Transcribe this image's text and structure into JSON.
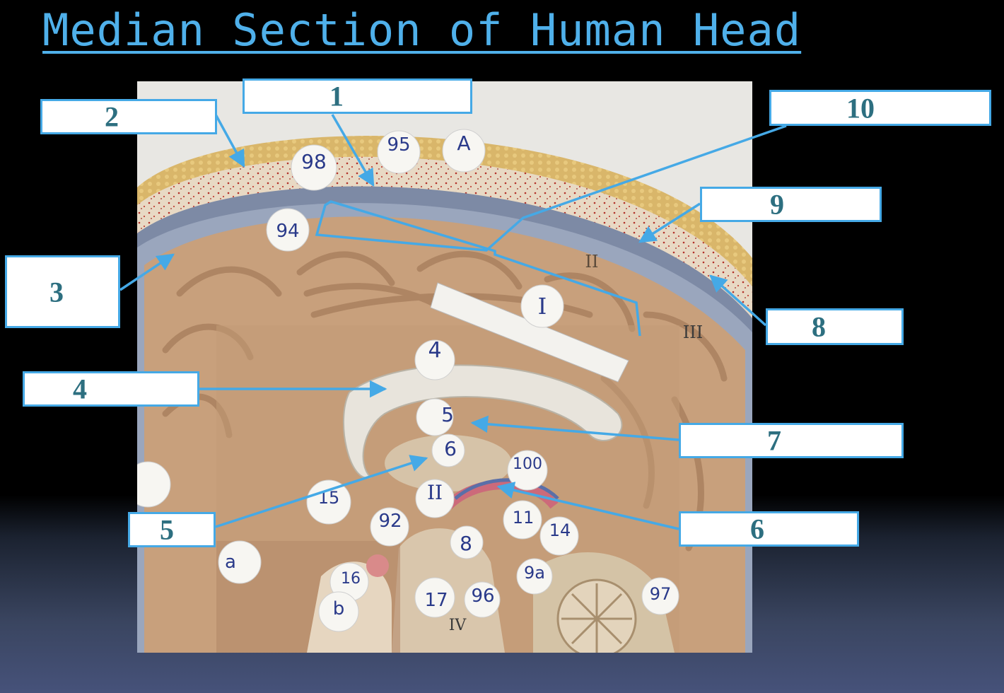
{
  "title": "Median Section of Human Head",
  "labels": [
    "1",
    "2",
    "3",
    "4",
    "5",
    "6",
    "7",
    "8",
    "9",
    "10"
  ],
  "specimen_tags": [
    "98",
    "95",
    "A",
    "94",
    "I",
    "II",
    "III",
    "4",
    "5",
    "6",
    "100",
    "II",
    "15",
    "92",
    "11",
    "14",
    "8",
    "16",
    "17",
    "96",
    "9a",
    "97",
    "a",
    "b",
    "IV"
  ],
  "colors": {
    "title": "#4fb0ea",
    "leader": "#45a9e6",
    "label_text": "#2d6f80"
  }
}
